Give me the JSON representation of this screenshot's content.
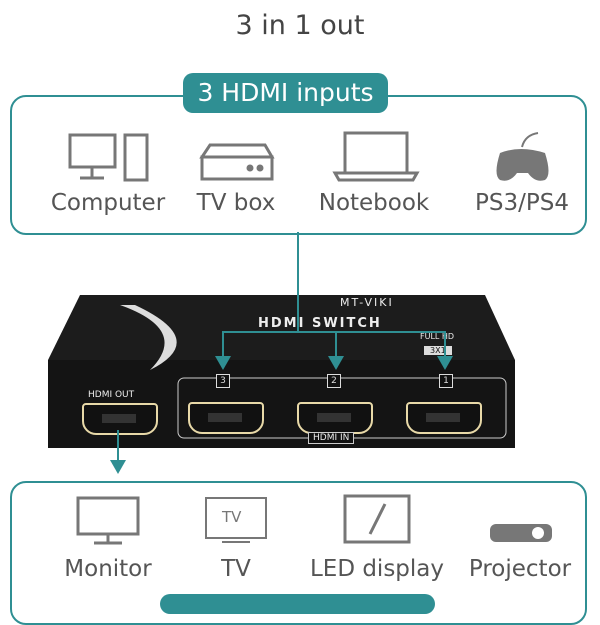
{
  "subtitle": "3 in 1 out",
  "inputs": {
    "title": "3 HDMI inputs",
    "items": [
      {
        "label": "Computer",
        "icon": "computer-icon"
      },
      {
        "label": "TV box",
        "icon": "tv-box-icon"
      },
      {
        "label": "Notebook",
        "icon": "notebook-icon"
      },
      {
        "label": "PS3/PS4",
        "icon": "gamepad-icon"
      }
    ]
  },
  "device": {
    "brand": "MT-VIKI",
    "name": "HDMI SWITCH",
    "sub": "FULL HD",
    "model": "3X1",
    "out_label": "HDMI OUT",
    "in_label": "HDMI IN",
    "ports": [
      "3",
      "2",
      "1"
    ]
  },
  "outputs": {
    "items": [
      {
        "label": "Monitor",
        "icon": "monitor-icon"
      },
      {
        "label": "TV",
        "icon": "tv-icon",
        "screen_text": "TV"
      },
      {
        "label": "LED display",
        "icon": "led-display-icon"
      },
      {
        "label": "Projector",
        "icon": "projector-icon"
      }
    ]
  },
  "colors": {
    "accent": "#2f8f93"
  }
}
